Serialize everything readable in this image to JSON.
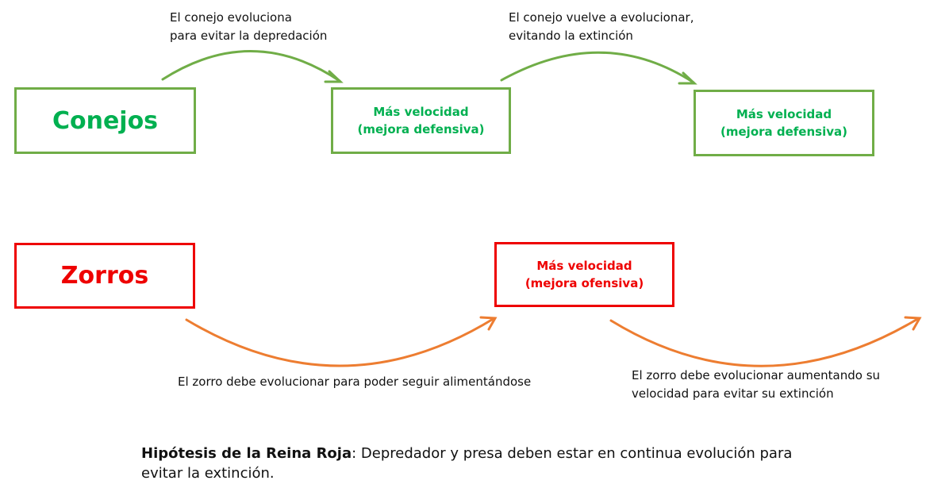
{
  "colors": {
    "rabbit_border": "#70ad47",
    "rabbit_text": "#00b050",
    "fox": "#ee0000",
    "fox_arrow": "#ed7d31",
    "rabbit_arrow": "#70ad47"
  },
  "rabbits": {
    "label": "Conejos",
    "step1": {
      "line1": "Más velocidad",
      "line2": "(mejora defensiva)"
    },
    "step2": {
      "line1": "Más velocidad",
      "line2": "(mejora defensiva)"
    },
    "note1": {
      "line1": "El conejo evoluciona",
      "line2": "para evitar la depredación"
    },
    "note2": {
      "line1": "El conejo vuelve a evolucionar,",
      "line2": "evitando la extinción"
    }
  },
  "foxes": {
    "label": "Zorros",
    "step1": {
      "line1": "Más velocidad",
      "line2": "(mejora ofensiva)"
    },
    "note1": {
      "line1": "El zorro debe evolucionar para poder seguir alimentándose"
    },
    "note2": {
      "line1": "El zorro debe evolucionar aumentando su",
      "line2": "velocidad para evitar su extinción"
    }
  },
  "hypothesis": {
    "title": "Hipótesis de la Reina Roja",
    "text": ": Depredador y presa deben estar en continua evolución para evitar la extinción."
  }
}
